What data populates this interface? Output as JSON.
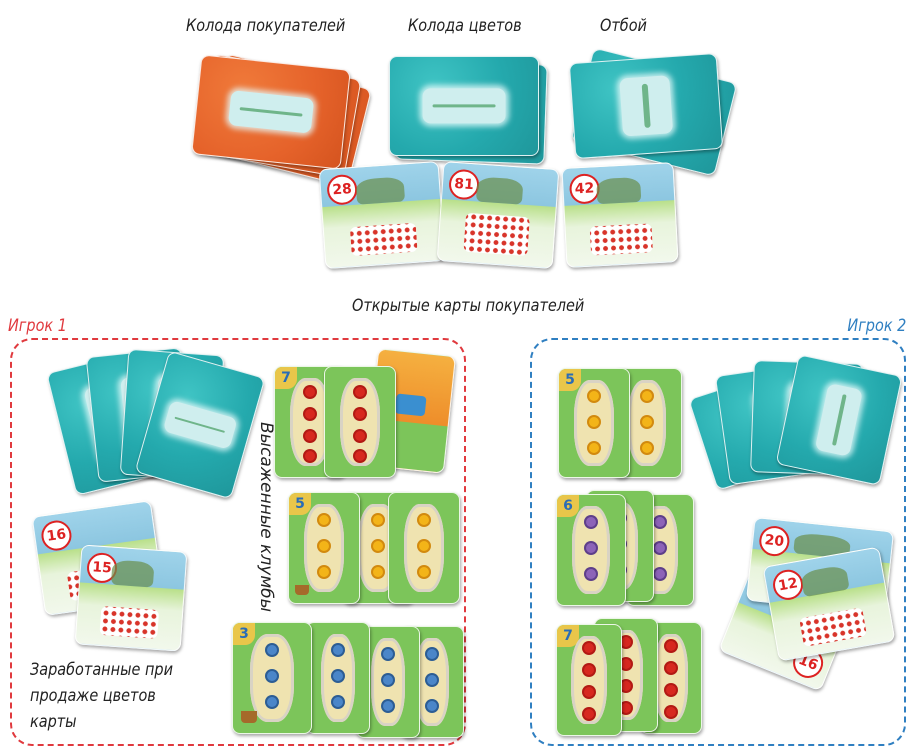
{
  "labels": {
    "buyer_deck": "Колода покупателей",
    "flower_deck": "Колода цветов",
    "discard": "Отбой",
    "open_buyers": "Открытые карты покупателей",
    "planted_beds": "Высаженные клумбы",
    "earned_line1": "Заработанные при",
    "earned_line2": "продаже цветов",
    "earned_line3": "карты"
  },
  "players": {
    "p1": {
      "name": "Игрок 1",
      "color": "#e0393e"
    },
    "p2": {
      "name": "Игрок 2",
      "color": "#2f7fc1"
    }
  },
  "open_buyer_cards": [
    {
      "value": "28"
    },
    {
      "value": "81"
    },
    {
      "value": "42"
    }
  ],
  "p1_earned_cards": [
    {
      "value": "16"
    },
    {
      "value": "15"
    }
  ],
  "p2_earned_cards": [
    {
      "value": "20"
    },
    {
      "value": "12"
    },
    {
      "value": "16"
    }
  ],
  "p1_gardens": [
    {
      "color": "red",
      "number": "7"
    },
    {
      "color": "yellow",
      "number": "5"
    },
    {
      "color": "blue",
      "number": "3"
    }
  ],
  "p2_gardens": [
    {
      "color": "yellow",
      "number": "5"
    },
    {
      "color": "purple",
      "number": "6"
    },
    {
      "color": "red",
      "number": "7"
    }
  ],
  "colors": {
    "teal": "#24a9ad",
    "orange": "#e5622a",
    "grass": "#7cc55a"
  },
  "icons": [
    "flower-icon",
    "watering-can-icon",
    "basket-icon"
  ]
}
